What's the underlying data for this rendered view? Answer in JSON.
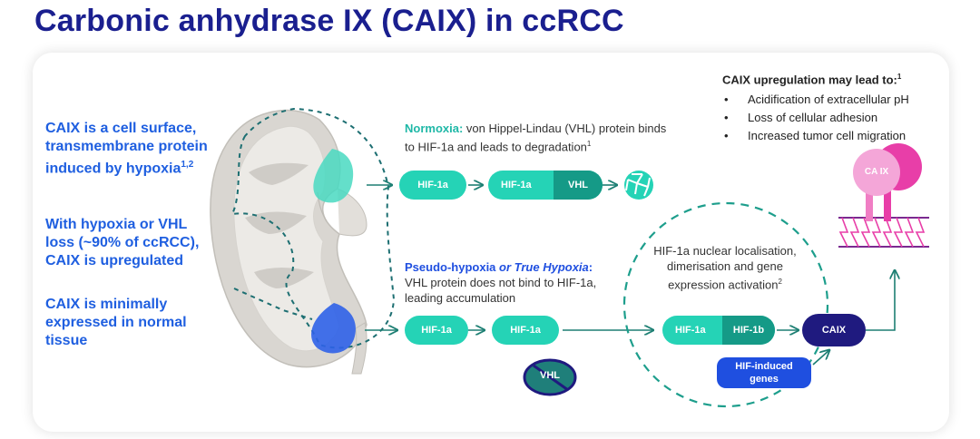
{
  "title": "Carbonic anhydrase IX (CAIX) in ccRCC",
  "left": {
    "p1": "CAIX is a cell surface, transmembrane protein induced by hypoxia",
    "p1_ref": "1,2",
    "p2": "With hypoxia or VHL loss (~90% of ccRCC), CAIX is upregulated",
    "p3": "CAIX is minimally expressed in normal tissue"
  },
  "normoxia": {
    "label": "Normoxia:",
    "text": " von Hippel-Lindau (VHL) protein binds to HIF-1a and leads to degradation",
    "ref": "1",
    "pill1": "HIF-1a",
    "pill2_left": "HIF-1a",
    "pill2_right": "VHL"
  },
  "hypoxia": {
    "label_a": "Pseudo-hypoxia",
    "label_or": " or ",
    "label_b": "True Hypoxia",
    "label_colon": ":",
    "text": "VHL protein does not bind to HIF-1a, leading accumulation",
    "pill1": "HIF-1a",
    "pill2": "HIF-1a",
    "vhl": "VHL"
  },
  "nuclear": {
    "text": "HIF-1a nuclear localisation, dimerisation and gene expression activation",
    "ref": "2",
    "pill_left": "HIF-1a",
    "pill_right": "HIF-1b"
  },
  "caix_pill": "CAIX",
  "hif_genes": "HIF-induced genes",
  "upregulation": {
    "title": "CAIX upregulation may lead to:",
    "ref": "1",
    "items": [
      "Acidification of extracellular pH",
      "Loss of cellular adhesion",
      "Increased tumor cell migration"
    ]
  },
  "membrane_label": "CA IX",
  "colors": {
    "title": "#1a1f8f",
    "left_text": "#1f5fe0",
    "teal": "#25d3b6",
    "dark_teal": "#159a87",
    "navy": "#1f1a7f",
    "blue": "#1f4fe0",
    "pink": "#e83ea8"
  }
}
